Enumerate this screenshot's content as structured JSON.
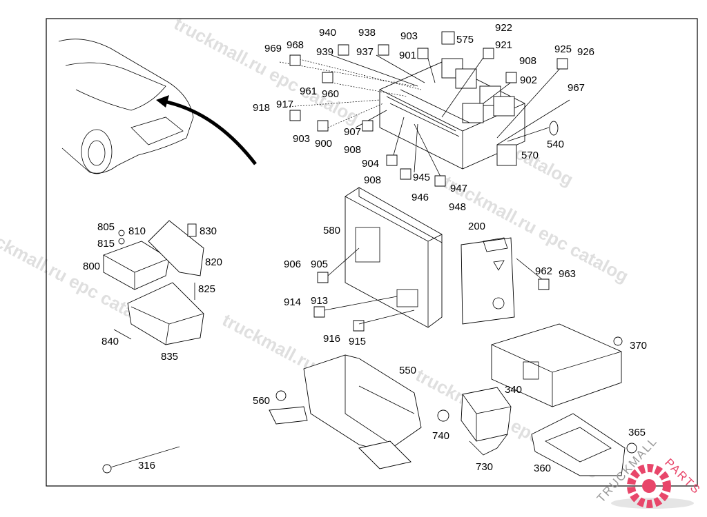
{
  "labels": [
    "940",
    "938",
    "903",
    "575",
    "922",
    "921",
    "969",
    "968",
    "939",
    "937",
    "901",
    "908",
    "925",
    "926",
    "902",
    "961",
    "960",
    "967",
    "918",
    "917",
    "907",
    "903",
    "900",
    "540",
    "570",
    "908",
    "904",
    "945",
    "908",
    "947",
    "946",
    "948",
    "580",
    "200",
    "805",
    "810",
    "830",
    "815",
    "820",
    "800",
    "906",
    "905",
    "962",
    "963",
    "825",
    "914",
    "913",
    "916",
    "915",
    "370",
    "840",
    "835",
    "550",
    "340",
    "560",
    "740",
    "365",
    "316",
    "730",
    "360"
  ],
  "watermark": "truckmall.ru epc catalog",
  "logo": {
    "text_dark": "TRUCKMALL",
    "text_accent": "PARTS",
    "accent_color": "#e8466a"
  }
}
